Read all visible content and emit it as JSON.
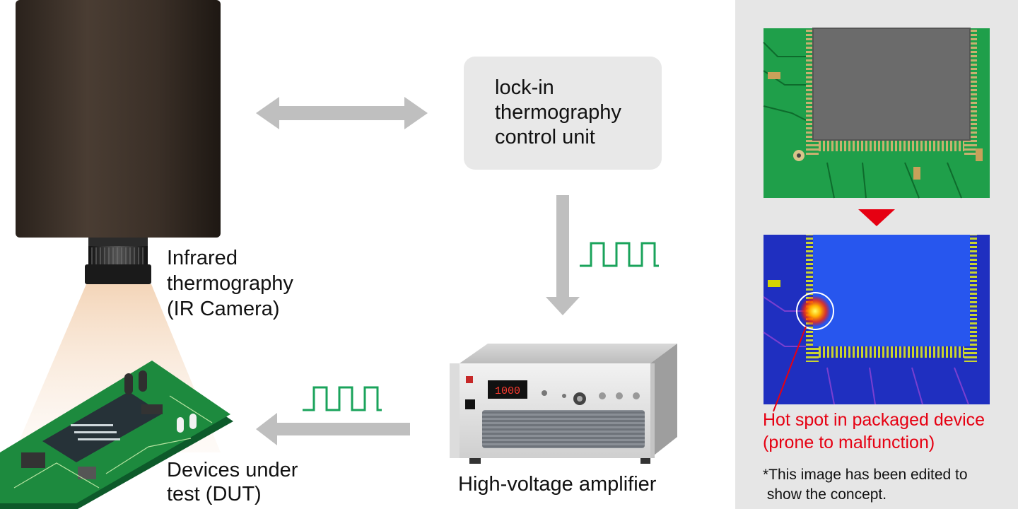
{
  "camera": {
    "label_lines": [
      "Infrared",
      "thermography",
      "(IR Camera)"
    ],
    "icon": "ir-camera-icon"
  },
  "dut": {
    "label_lines": [
      "Devices under",
      "test (DUT)"
    ],
    "icon": "circuit-board-icon"
  },
  "control_unit": {
    "label_lines": [
      "lock-in",
      "thermography",
      "control unit"
    ]
  },
  "amplifier": {
    "label": "High-voltage amplifier",
    "display_value": "1000",
    "icon": "amplifier-icon"
  },
  "result_panel": {
    "hotspot_label_lines": [
      "Hot spot in packaged device",
      "(prone to malfunction)"
    ],
    "note_lines": [
      "*This image has been edited to",
      " show the concept."
    ]
  },
  "colors": {
    "arrow": "#bfbfbf",
    "signal": "#1aa35b",
    "hotspot": "#e60012",
    "panel": "#e6e6e6",
    "control_box": "#e8e8e8"
  }
}
